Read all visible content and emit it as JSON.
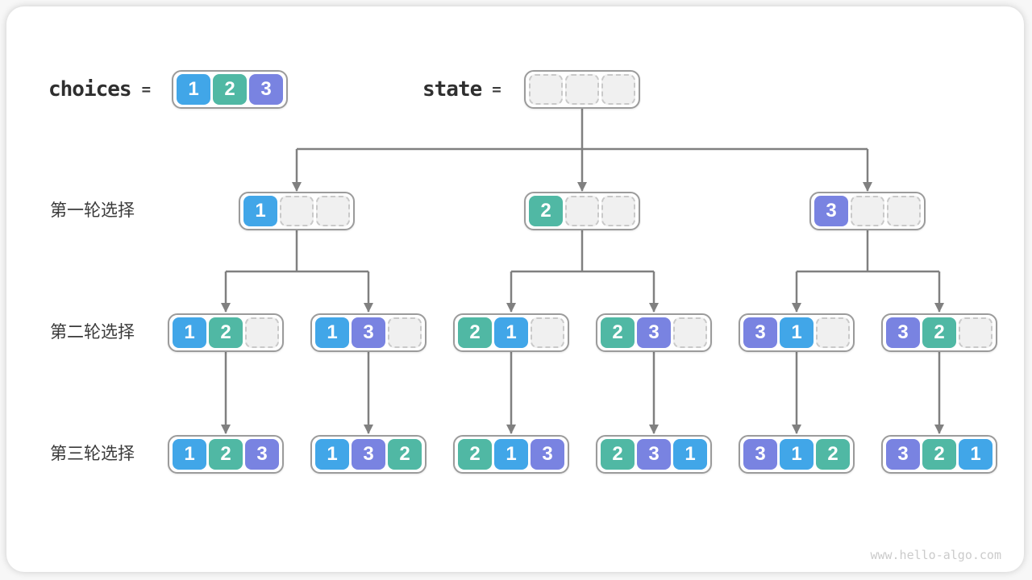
{
  "legend": {
    "choices_label": "choices",
    "state_label": "state",
    "equals": "="
  },
  "choices": {
    "values": [
      "1",
      "2",
      "3"
    ]
  },
  "state": {
    "values": [
      "",
      "",
      ""
    ]
  },
  "colors": {
    "1": "#41A6E8",
    "2": "#50B8A4",
    "3": "#7983E1",
    "connector": "#808080",
    "node_border": "#9b9b9b",
    "empty_cell": "#f0f0f0"
  },
  "rows": [
    {
      "label": "第一轮选择",
      "nodes": [
        [
          "1",
          "",
          ""
        ],
        [
          "2",
          "",
          ""
        ],
        [
          "3",
          "",
          ""
        ]
      ]
    },
    {
      "label": "第二轮选择",
      "nodes": [
        [
          "1",
          "2",
          ""
        ],
        [
          "1",
          "3",
          ""
        ],
        [
          "2",
          "1",
          ""
        ],
        [
          "2",
          "3",
          ""
        ],
        [
          "3",
          "1",
          ""
        ],
        [
          "3",
          "2",
          ""
        ]
      ]
    },
    {
      "label": "第三轮选择",
      "nodes": [
        [
          "1",
          "2",
          "3"
        ],
        [
          "1",
          "3",
          "2"
        ],
        [
          "2",
          "1",
          "3"
        ],
        [
          "2",
          "3",
          "1"
        ],
        [
          "3",
          "1",
          "2"
        ],
        [
          "3",
          "2",
          "1"
        ]
      ]
    }
  ],
  "watermark": "www.hello-algo.com"
}
